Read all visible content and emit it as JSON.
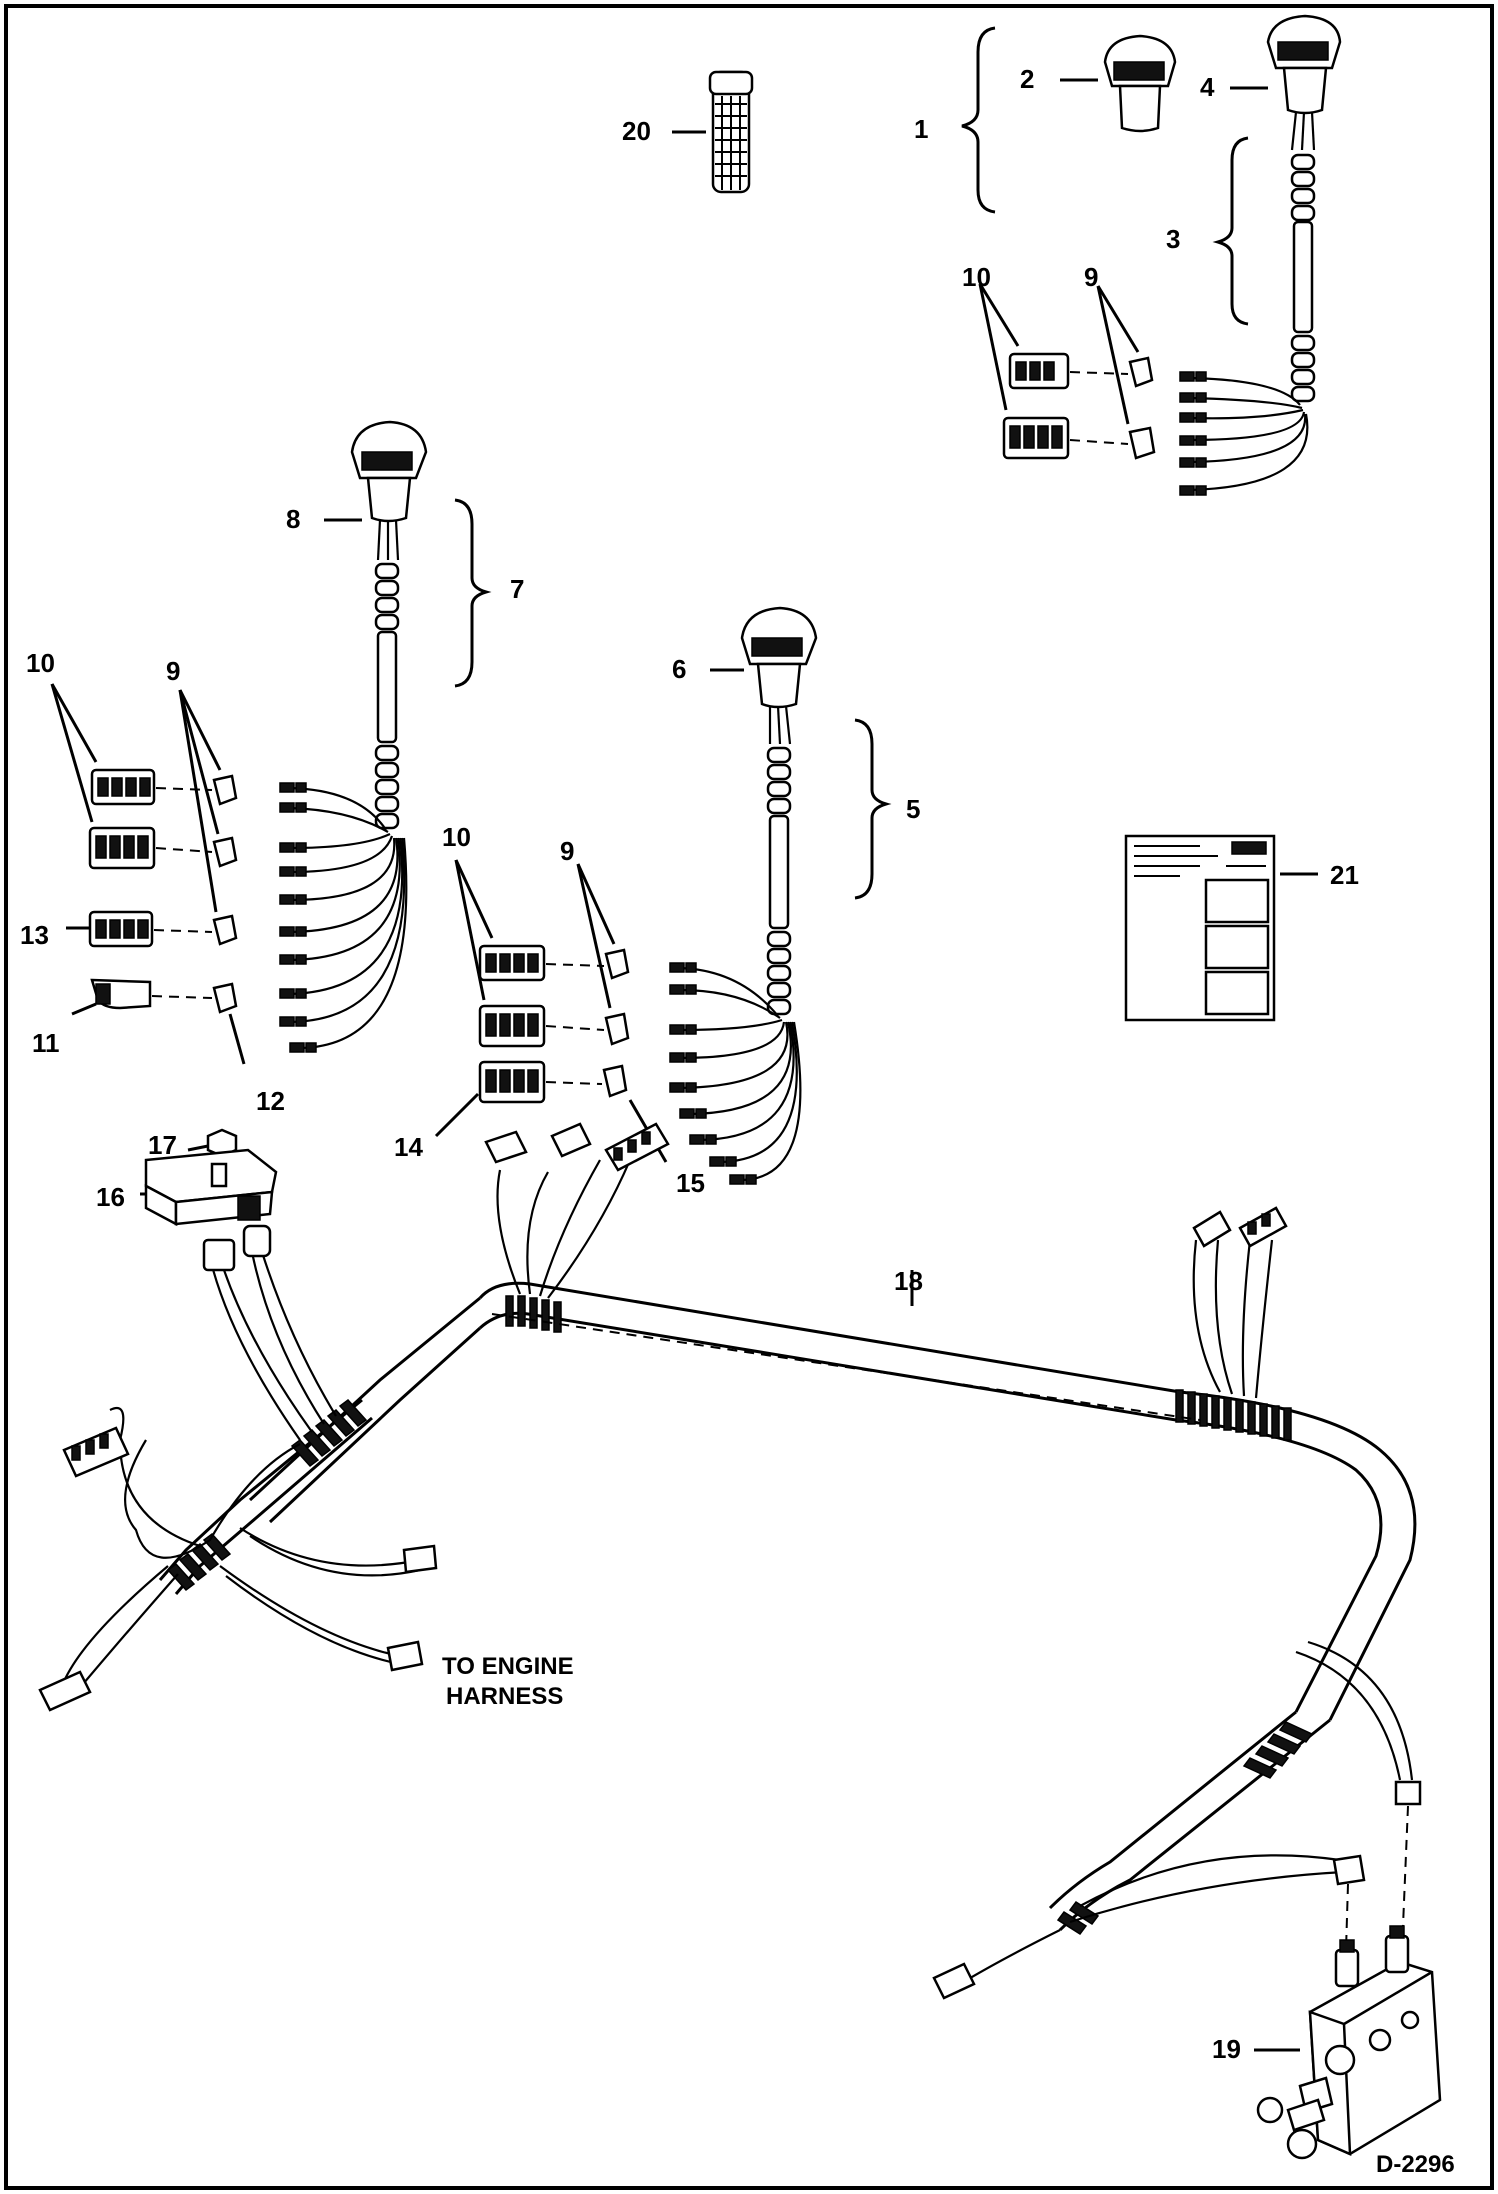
{
  "figure": {
    "reference": "D-2296",
    "note_line1": "TO ENGINE",
    "note_line2": "HARNESS"
  },
  "callouts": [
    {
      "id": "c1",
      "text": "1"
    },
    {
      "id": "c2",
      "text": "2"
    },
    {
      "id": "c3",
      "text": "3"
    },
    {
      "id": "c4",
      "text": "4"
    },
    {
      "id": "c5",
      "text": "5"
    },
    {
      "id": "c6",
      "text": "6"
    },
    {
      "id": "c7",
      "text": "7"
    },
    {
      "id": "c8",
      "text": "8"
    },
    {
      "id": "c9a",
      "text": "9"
    },
    {
      "id": "c9b",
      "text": "9"
    },
    {
      "id": "c9c",
      "text": "9"
    },
    {
      "id": "c10a",
      "text": "10"
    },
    {
      "id": "c10b",
      "text": "10"
    },
    {
      "id": "c10c",
      "text": "10"
    },
    {
      "id": "c11",
      "text": "11"
    },
    {
      "id": "c12",
      "text": "12"
    },
    {
      "id": "c13",
      "text": "13"
    },
    {
      "id": "c14",
      "text": "14"
    },
    {
      "id": "c15",
      "text": "15"
    },
    {
      "id": "c16",
      "text": "16"
    },
    {
      "id": "c17",
      "text": "17"
    },
    {
      "id": "c18",
      "text": "18"
    },
    {
      "id": "c19",
      "text": "19"
    },
    {
      "id": "c20",
      "text": "20"
    },
    {
      "id": "c21",
      "text": "21"
    }
  ]
}
